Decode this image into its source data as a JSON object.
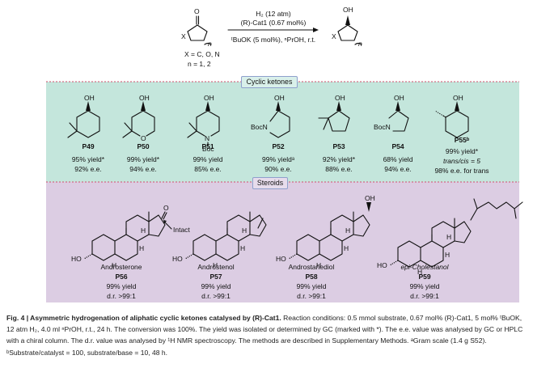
{
  "scheme": {
    "reactant_X": "X",
    "reactant_n": "n",
    "product_OH": "OH",
    "product_X": "X",
    "product_n": "n",
    "conditions_line1": "H₂ (12 atm)",
    "conditions_line2": "(R)-Cat1 (0.67 mol%)",
    "conditions_line3": "ᵗBuOK (5 mol%), ⁿPrOH, r.t.",
    "x_def": "X = C, O, N",
    "n_def": "n = 1, 2"
  },
  "sections": {
    "cyclic_ketones_label": "Cyclic ketones",
    "steroids_label": "Steroids",
    "cyclic_bg": "#c4e6dc",
    "steroid_bg": "#dccde3"
  },
  "cyclic_products": [
    {
      "id": "P49",
      "line1": "95% yield*",
      "line2": "92% e.e.",
      "line3": ""
    },
    {
      "id": "P50",
      "line1": "99% yield*",
      "line2": "94% e.e.",
      "line3": ""
    },
    {
      "id": "P51",
      "line1": "99% yield",
      "line2": "85% e.e.",
      "line3": ""
    },
    {
      "id": "P52",
      "line1": "99% yieldᵃ",
      "line2": "90% e.e.",
      "line3": ""
    },
    {
      "id": "P53",
      "line1": "92% yield*",
      "line2": "88% e.e.",
      "line3": ""
    },
    {
      "id": "P54",
      "line1": "68% yield",
      "line2": "94% e.e.",
      "line3": ""
    },
    {
      "id": "P55ᵇ",
      "line1": "99% yield*",
      "line2": "trans/cis = 5",
      "line3": "98% e.e. for trans"
    }
  ],
  "structure_labels": {
    "oh": "OH",
    "boc": "Boc",
    "bocn": "BocN",
    "n": "N",
    "o": "O",
    "h": "H",
    "ho": "HO",
    "intact": "Intact"
  },
  "steroids": [
    {
      "name": "Androsterone",
      "id": "P56",
      "line1": "99% yield",
      "line2": "d.r. >99:1"
    },
    {
      "name": "Androstenol",
      "id": "P57",
      "line1": "99% yield",
      "line2": "d.r. >99:1"
    },
    {
      "name": "Androstanediol",
      "id": "P58",
      "line1": "99% yield",
      "line2": "d.r. >99:1"
    },
    {
      "name": "epi-Cholestanol",
      "id": "P59",
      "line1": "99% yield",
      "line2": "d.r. >99:1"
    }
  ],
  "caption": {
    "bold": "Fig. 4 | Asymmetric hydrogenation of aliphatic cyclic ketones catalysed by (R)-Cat1.",
    "text": " Reaction conditions: 0.5 mmol substrate, 0.67 mol% (R)-Cat1, 5 mol% ᵗBuOK, 12 atm H₂, 4.0 ml ⁿPrOH, r.t., 24 h. The conversion was 100%. The yield was isolated or determined by GC (marked with *). The e.e. value was analysed by GC or HPLC with a chiral column. The d.r. value was analysed by ¹H NMR spectroscopy. The methods are described in Supplementary Methods. ᵃGram scale (1.4 g S52). ᵇSubstrate/catalyst = 100, substrate/base = 10, 48 h."
  }
}
